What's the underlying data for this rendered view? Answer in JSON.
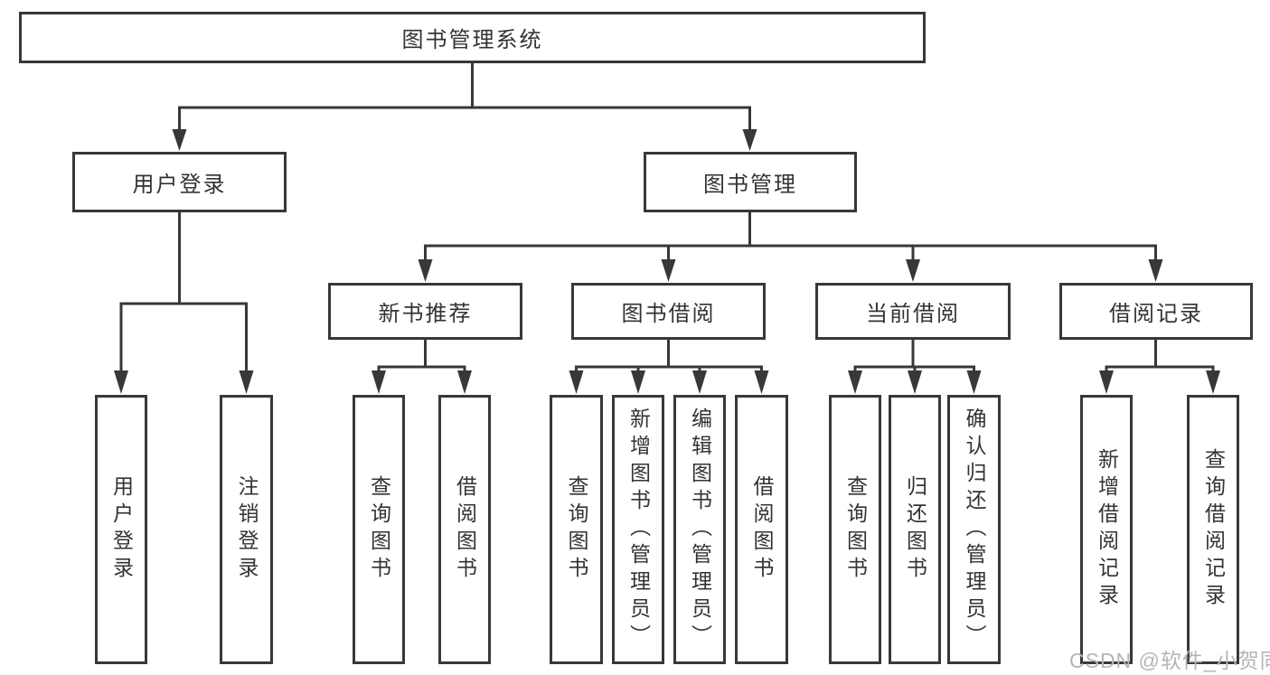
{
  "tree": {
    "root": {
      "label": "图书管理系统"
    },
    "login": {
      "label": "用户登录",
      "children": [
        {
          "label": "用户登录"
        },
        {
          "label": "注销登录"
        }
      ]
    },
    "mgmt": {
      "label": "图书管理",
      "sections": [
        {
          "label": "新书推荐",
          "children": [
            {
              "label": "查询图书"
            },
            {
              "label": "借阅图书"
            }
          ]
        },
        {
          "label": "图书借阅",
          "children": [
            {
              "label": "查询图书"
            },
            {
              "label": "新增图书（管理员）"
            },
            {
              "label": "编辑图书（管理员）"
            },
            {
              "label": "借阅图书"
            }
          ]
        },
        {
          "label": "当前借阅",
          "children": [
            {
              "label": "查询图书"
            },
            {
              "label": "归还图书"
            },
            {
              "label": "确认归还（管理员）"
            }
          ]
        },
        {
          "label": "借阅记录",
          "children": [
            {
              "label": "新增借阅记录"
            },
            {
              "label": "查询借阅记录"
            }
          ]
        }
      ]
    }
  },
  "watermark": {
    "text": "CSDN @软件_小贺同学"
  },
  "colors": {
    "line": "#383838",
    "text": "#333333",
    "background": "#ffffff",
    "watermark": "#b5b5b5"
  }
}
